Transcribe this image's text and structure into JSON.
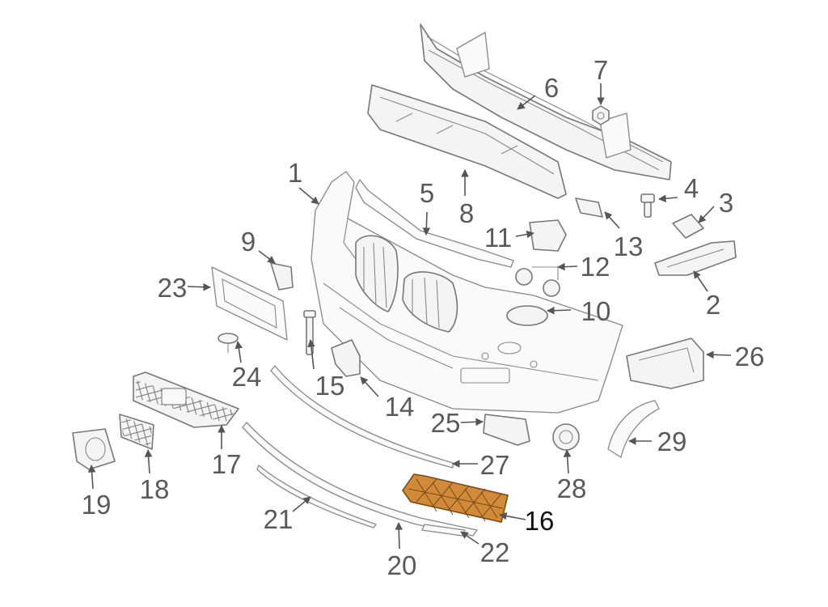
{
  "highlight": {
    "part": "16",
    "color": "#d18a3a",
    "mesh_color": "#7a4a12"
  },
  "callouts": [
    {
      "id": "c1",
      "label": "1"
    },
    {
      "id": "c2",
      "label": "2"
    },
    {
      "id": "c3",
      "label": "3"
    },
    {
      "id": "c4",
      "label": "4"
    },
    {
      "id": "c5",
      "label": "5"
    },
    {
      "id": "c6",
      "label": "6"
    },
    {
      "id": "c7",
      "label": "7"
    },
    {
      "id": "c8",
      "label": "8"
    },
    {
      "id": "c9",
      "label": "9"
    },
    {
      "id": "c10",
      "label": "10"
    },
    {
      "id": "c11",
      "label": "11"
    },
    {
      "id": "c12",
      "label": "12"
    },
    {
      "id": "c13",
      "label": "13"
    },
    {
      "id": "c14",
      "label": "14"
    },
    {
      "id": "c15",
      "label": "15"
    },
    {
      "id": "c16",
      "label": "16"
    },
    {
      "id": "c17",
      "label": "17"
    },
    {
      "id": "c18",
      "label": "18"
    },
    {
      "id": "c19",
      "label": "19"
    },
    {
      "id": "c20",
      "label": "20"
    },
    {
      "id": "c21",
      "label": "21"
    },
    {
      "id": "c22",
      "label": "22"
    },
    {
      "id": "c23",
      "label": "23"
    },
    {
      "id": "c24",
      "label": "24"
    },
    {
      "id": "c25",
      "label": "25"
    },
    {
      "id": "c26",
      "label": "26"
    },
    {
      "id": "c27",
      "label": "27"
    },
    {
      "id": "c28",
      "label": "28"
    },
    {
      "id": "c29",
      "label": "29"
    }
  ]
}
